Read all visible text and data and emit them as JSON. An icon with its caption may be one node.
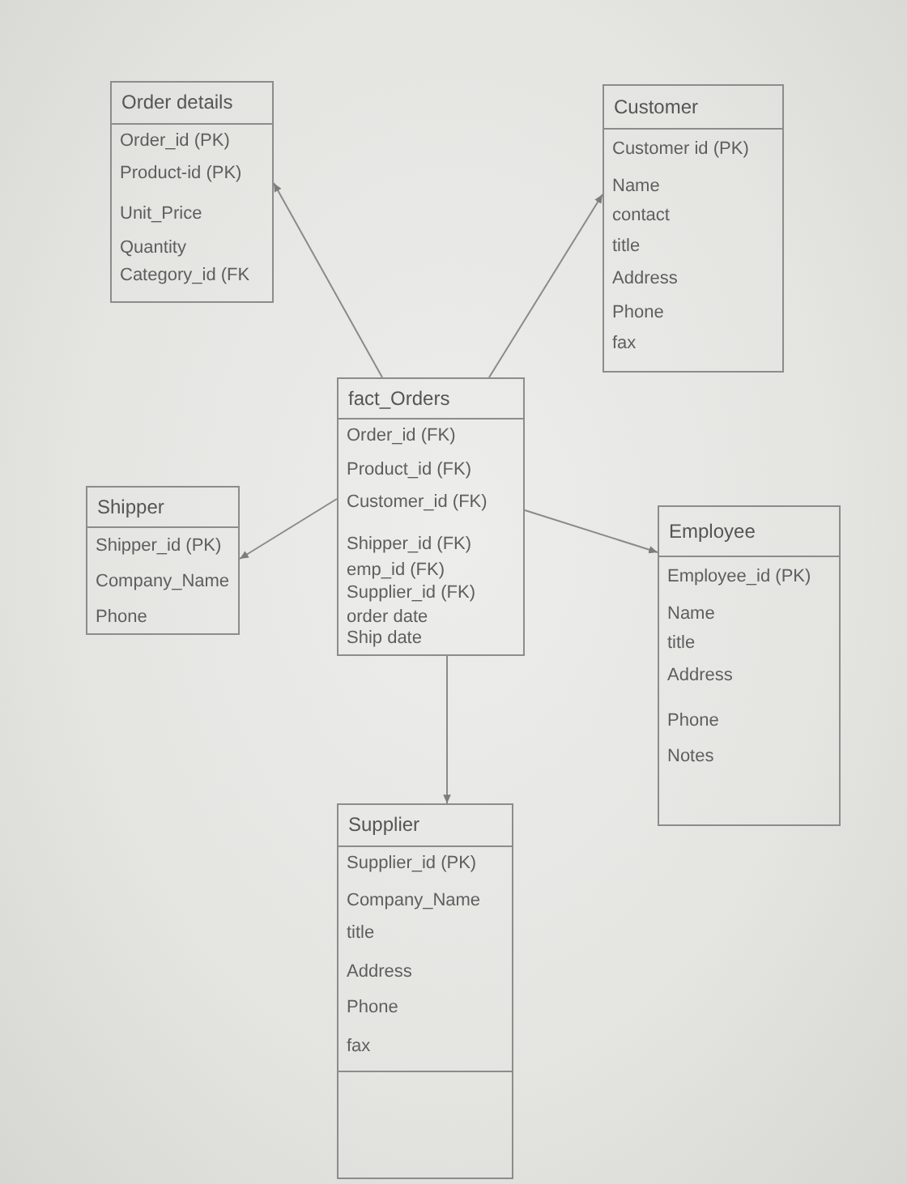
{
  "diagram": {
    "nodes": [
      {
        "text": [
          "Order details",
          "Order_id (PK)",
          "Product-id (PK)",
          "Unit_Price",
          "Quantity",
          "Category_id (FK"
        ]
      },
      {
        "text": [
          "Customer",
          "Customer id (PK)",
          "Name",
          "contact",
          "title",
          "Address",
          "Phone",
          "fax"
        ]
      },
      {
        "text": [
          "fact_Orders",
          "Order_id (FK)",
          "Product_id (FK)",
          "Customer_id (FK)",
          "Shipper_id (FK)",
          "emp_id (FK)",
          "Supplier_id (FK)",
          "order date",
          "Ship date"
        ]
      },
      {
        "text": [
          "Shipper",
          "Shipper_id (PK)",
          "Company_Name",
          "Phone"
        ]
      },
      {
        "text": [
          "Employee",
          "Employee_id (PK)",
          "Name",
          "title",
          "Address",
          "Phone",
          "Notes"
        ]
      },
      {
        "text": [
          "Supplier",
          "Supplier_id (PK)",
          "Company_Name",
          "title",
          "Address",
          "Phone",
          "fax"
        ]
      }
    ],
    "edges": [
      {
        "from": 2,
        "to": 0,
        "arrow": "to"
      },
      {
        "from": 2,
        "to": 1,
        "arrow": "to"
      },
      {
        "from": 2,
        "to": 3,
        "arrow": "to"
      },
      {
        "from": 2,
        "to": 4,
        "arrow": "to"
      },
      {
        "from": 2,
        "to": 5,
        "arrow": "to"
      }
    ]
  }
}
